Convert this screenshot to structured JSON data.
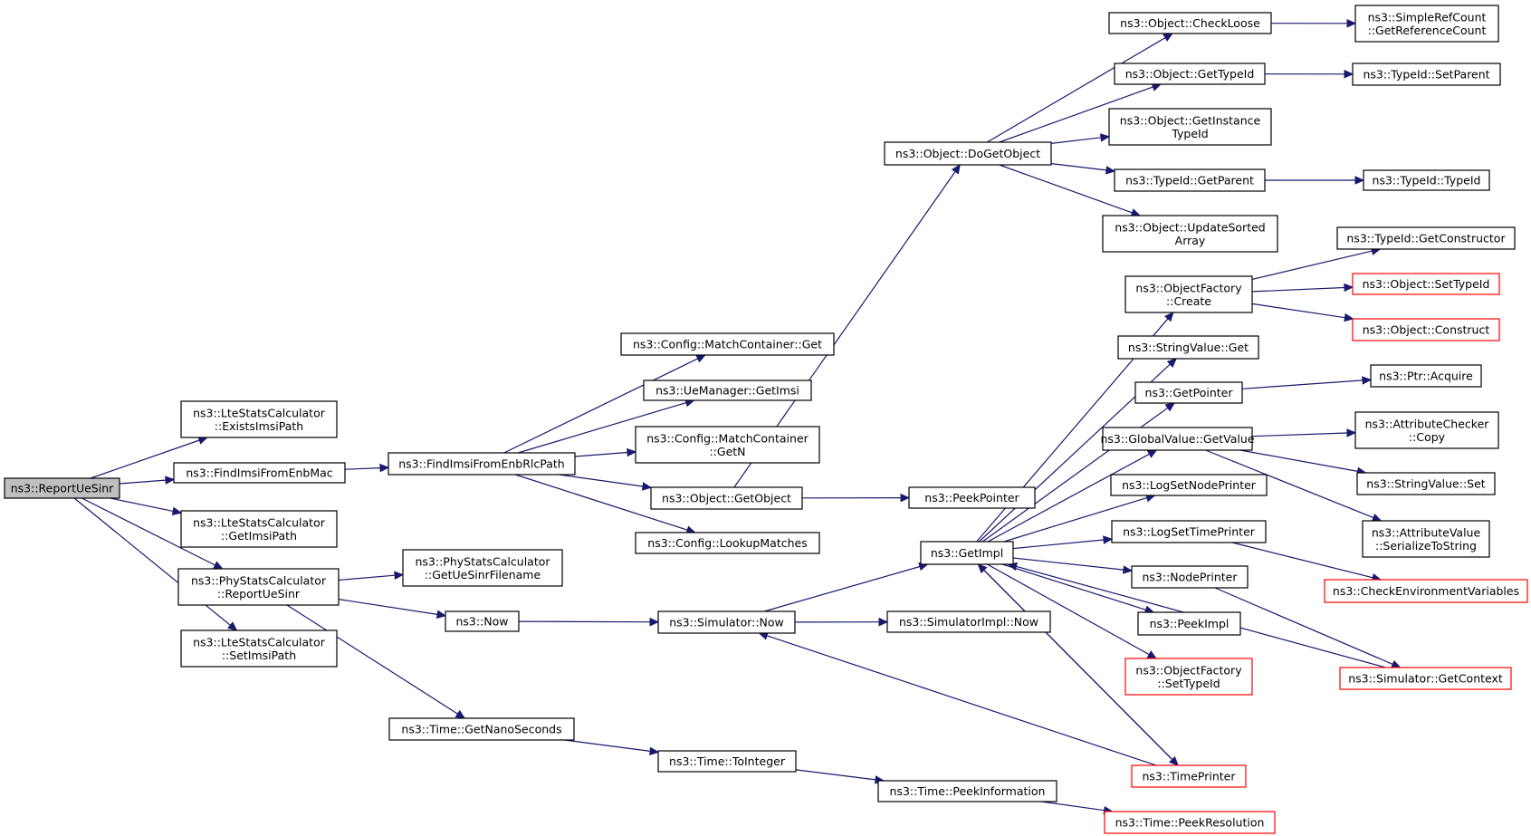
{
  "colors": {
    "edge": "#191970",
    "node_border": "#000000",
    "node_border_truncated": "#ff0000",
    "node_fill": "#ffffff",
    "root_fill": "#bfbfbf"
  },
  "nodes": {
    "report_ue_sinr_root": {
      "lines": [
        "ns3::ReportUeSinr"
      ],
      "root": true
    },
    "exists_imsi_path": {
      "lines": [
        "ns3::LteStatsCalculator",
        "::ExistsImsiPath"
      ]
    },
    "find_imsi_from_enb_mac": {
      "lines": [
        "ns3::FindImsiFromEnbMac"
      ]
    },
    "get_imsi_path": {
      "lines": [
        "ns3::LteStatsCalculator",
        "::GetImsiPath"
      ]
    },
    "phy_report_ue_sinr": {
      "lines": [
        "ns3::PhyStatsCalculator",
        "::ReportUeSinr"
      ]
    },
    "set_imsi_path": {
      "lines": [
        "ns3::LteStatsCalculator",
        "::SetImsiPath"
      ]
    },
    "find_imsi_from_enb_rlc_path": {
      "lines": [
        "ns3::FindImsiFromEnbRlcPath"
      ]
    },
    "get_ue_sinr_filename": {
      "lines": [
        "ns3::PhyStatsCalculator",
        "::GetUeSinrFilename"
      ]
    },
    "now": {
      "lines": [
        "ns3::Now"
      ]
    },
    "time_get_nano_seconds": {
      "lines": [
        "ns3::Time::GetNanoSeconds"
      ]
    },
    "match_container_get": {
      "lines": [
        "ns3::Config::MatchContainer::Get"
      ]
    },
    "ue_manager_get_imsi": {
      "lines": [
        "ns3::UeManager::GetImsi"
      ]
    },
    "match_container_get_n": {
      "lines": [
        "ns3::Config::MatchContainer",
        "::GetN"
      ]
    },
    "object_get_object": {
      "lines": [
        "ns3::Object::GetObject"
      ]
    },
    "config_lookup_matches": {
      "lines": [
        "ns3::Config::LookupMatches"
      ]
    },
    "simulator_now": {
      "lines": [
        "ns3::Simulator::Now"
      ]
    },
    "time_to_integer": {
      "lines": [
        "ns3::Time::ToInteger"
      ]
    },
    "object_do_get_object": {
      "lines": [
        "ns3::Object::DoGetObject"
      ]
    },
    "peek_pointer": {
      "lines": [
        "ns3::PeekPointer"
      ]
    },
    "get_impl": {
      "lines": [
        "ns3::GetImpl"
      ]
    },
    "simulator_impl_now": {
      "lines": [
        "ns3::SimulatorImpl::Now"
      ]
    },
    "time_peek_information": {
      "lines": [
        "ns3::Time::PeekInformation"
      ]
    },
    "object_check_loose": {
      "lines": [
        "ns3::Object::CheckLoose"
      ]
    },
    "object_get_type_id": {
      "lines": [
        "ns3::Object::GetTypeId"
      ]
    },
    "object_get_instance_type_id": {
      "lines": [
        "ns3::Object::GetInstance",
        "TypeId"
      ]
    },
    "type_id_get_parent": {
      "lines": [
        "ns3::TypeId::GetParent"
      ]
    },
    "object_update_sorted_array": {
      "lines": [
        "ns3::Object::UpdateSorted",
        "Array"
      ]
    },
    "object_factory_create": {
      "lines": [
        "ns3::ObjectFactory",
        "::Create"
      ]
    },
    "string_value_get": {
      "lines": [
        "ns3::StringValue::Get"
      ]
    },
    "get_pointer": {
      "lines": [
        "ns3::GetPointer"
      ]
    },
    "global_value_get_value": {
      "lines": [
        "ns3::GlobalValue::GetValue"
      ]
    },
    "log_set_node_printer": {
      "lines": [
        "ns3::LogSetNodePrinter"
      ]
    },
    "log_set_time_printer": {
      "lines": [
        "ns3::LogSetTimePrinter"
      ]
    },
    "node_printer": {
      "lines": [
        "ns3::NodePrinter"
      ]
    },
    "peek_impl": {
      "lines": [
        "ns3::PeekImpl"
      ]
    },
    "object_factory_set_type_id": {
      "lines": [
        "ns3::ObjectFactory",
        "::SetTypeId"
      ],
      "truncated": true
    },
    "time_printer": {
      "lines": [
        "ns3::TimePrinter"
      ],
      "truncated": true
    },
    "time_peek_resolution": {
      "lines": [
        "ns3::Time::PeekResolution"
      ],
      "truncated": true
    },
    "simple_ref_count_get_reference_count": {
      "lines": [
        "ns3::SimpleRefCount",
        "::GetReferenceCount"
      ]
    },
    "type_id_set_parent": {
      "lines": [
        "ns3::TypeId::SetParent"
      ]
    },
    "type_id_type_id": {
      "lines": [
        "ns3::TypeId::TypeId"
      ]
    },
    "type_id_get_constructor": {
      "lines": [
        "ns3::TypeId::GetConstructor"
      ]
    },
    "object_set_type_id": {
      "lines": [
        "ns3::Object::SetTypeId"
      ],
      "truncated": true
    },
    "object_construct": {
      "lines": [
        "ns3::Object::Construct"
      ],
      "truncated": true
    },
    "ptr_acquire": {
      "lines": [
        "ns3::Ptr::Acquire"
      ]
    },
    "attribute_checker_copy": {
      "lines": [
        "ns3::AttributeChecker",
        "::Copy"
      ]
    },
    "string_value_set": {
      "lines": [
        "ns3::StringValue::Set"
      ]
    },
    "attribute_value_serialize_to_string": {
      "lines": [
        "ns3::AttributeValue",
        "::SerializeToString"
      ]
    },
    "check_environment_variables": {
      "lines": [
        "ns3::CheckEnvironmentVariables"
      ],
      "truncated": true
    },
    "simulator_get_context": {
      "lines": [
        "ns3::Simulator::GetContext"
      ],
      "truncated": true
    }
  },
  "edges": [
    [
      "report_ue_sinr_root",
      "exists_imsi_path"
    ],
    [
      "report_ue_sinr_root",
      "find_imsi_from_enb_mac"
    ],
    [
      "report_ue_sinr_root",
      "get_imsi_path"
    ],
    [
      "report_ue_sinr_root",
      "phy_report_ue_sinr"
    ],
    [
      "report_ue_sinr_root",
      "set_imsi_path"
    ],
    [
      "find_imsi_from_enb_mac",
      "find_imsi_from_enb_rlc_path"
    ],
    [
      "find_imsi_from_enb_rlc_path",
      "match_container_get"
    ],
    [
      "find_imsi_from_enb_rlc_path",
      "ue_manager_get_imsi"
    ],
    [
      "find_imsi_from_enb_rlc_path",
      "match_container_get_n"
    ],
    [
      "find_imsi_from_enb_rlc_path",
      "object_get_object"
    ],
    [
      "find_imsi_from_enb_rlc_path",
      "config_lookup_matches"
    ],
    [
      "phy_report_ue_sinr",
      "get_ue_sinr_filename"
    ],
    [
      "phy_report_ue_sinr",
      "now"
    ],
    [
      "phy_report_ue_sinr",
      "time_get_nano_seconds"
    ],
    [
      "now",
      "simulator_now"
    ],
    [
      "time_get_nano_seconds",
      "time_to_integer"
    ],
    [
      "time_to_integer",
      "time_peek_information"
    ],
    [
      "time_peek_information",
      "time_peek_resolution"
    ],
    [
      "object_get_object",
      "object_do_get_object"
    ],
    [
      "object_get_object",
      "peek_pointer"
    ],
    [
      "simulator_now",
      "get_impl"
    ],
    [
      "simulator_now",
      "simulator_impl_now"
    ],
    [
      "object_do_get_object",
      "object_check_loose"
    ],
    [
      "object_do_get_object",
      "object_get_type_id"
    ],
    [
      "object_do_get_object",
      "object_get_instance_type_id"
    ],
    [
      "object_do_get_object",
      "type_id_get_parent"
    ],
    [
      "object_do_get_object",
      "object_update_sorted_array"
    ],
    [
      "object_check_loose",
      "simple_ref_count_get_reference_count"
    ],
    [
      "object_get_type_id",
      "type_id_set_parent"
    ],
    [
      "type_id_get_parent",
      "type_id_type_id"
    ],
    [
      "get_impl",
      "object_factory_create"
    ],
    [
      "get_impl",
      "string_value_get"
    ],
    [
      "get_impl",
      "get_pointer"
    ],
    [
      "get_impl",
      "global_value_get_value"
    ],
    [
      "get_impl",
      "log_set_node_printer"
    ],
    [
      "get_impl",
      "log_set_time_printer"
    ],
    [
      "get_impl",
      "node_printer"
    ],
    [
      "get_impl",
      "peek_impl"
    ],
    [
      "get_impl",
      "object_factory_set_type_id"
    ],
    [
      "get_impl",
      "time_printer"
    ],
    [
      "object_factory_create",
      "type_id_get_constructor"
    ],
    [
      "object_factory_create",
      "object_set_type_id"
    ],
    [
      "object_factory_create",
      "object_construct"
    ],
    [
      "get_pointer",
      "ptr_acquire"
    ],
    [
      "global_value_get_value",
      "attribute_checker_copy"
    ],
    [
      "global_value_get_value",
      "string_value_set"
    ],
    [
      "global_value_get_value",
      "attribute_value_serialize_to_string"
    ],
    [
      "log_set_time_printer",
      "check_environment_variables"
    ],
    [
      "node_printer",
      "simulator_get_context"
    ],
    [
      "simulator_get_context",
      "get_impl"
    ],
    [
      "time_printer",
      "simulator_now"
    ],
    [
      "time_printer",
      "get_impl"
    ]
  ]
}
